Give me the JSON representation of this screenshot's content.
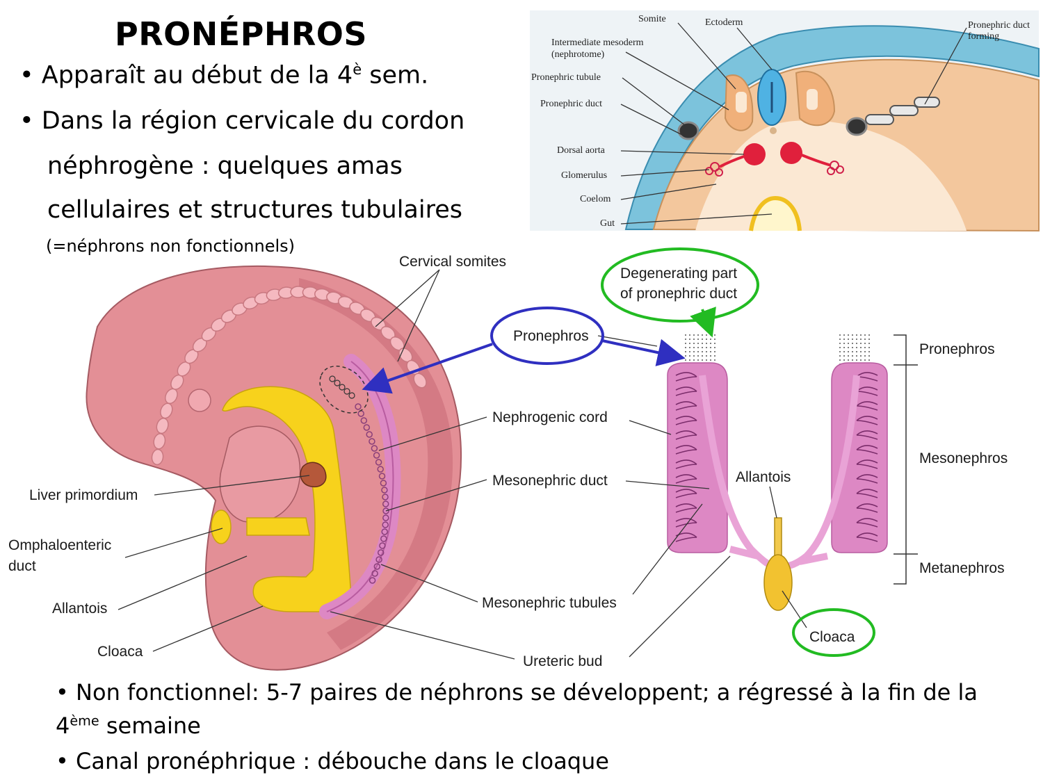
{
  "title": "PRONÉPHROS",
  "bullets": {
    "b1_text": "• Apparaît au début de la 4",
    "b1_sup": "è",
    "b1_tail": " sem.",
    "b2_line1": "• Dans la région cervicale du cordon",
    "b2_line2": "néphrogène : quelques amas",
    "b2_line3": "cellulaires et structures tubulaires",
    "b2_note": "(=néphrons non fonctionnels)"
  },
  "cross_section": {
    "labels": {
      "somite": "Somite",
      "ectoderm": "Ectoderm",
      "pronephric_duct_forming": "Pronephric duct forming",
      "intermediate_mesoderm": "Intermediate mesoderm",
      "nephrotome": "(nephrotome)",
      "pronephric_tubule": "Pronephric tubule",
      "pronephric_duct": "Pronephric duct",
      "dorsal_aorta": "Dorsal aorta",
      "glomerulus": "Glomerulus",
      "coelom": "Coelom",
      "gut": "Gut"
    }
  },
  "embryo": {
    "labels": {
      "cervical_somites": "Cervical somites",
      "pronephros": "Pronephros",
      "nephrogenic_cord": "Nephrogenic cord",
      "mesonephric_duct": "Mesonephric duct",
      "liver_primordium": "Liver primordium",
      "omphaloenteric_1": "Omphaloenteric",
      "omphaloenteric_2": "duct",
      "allantois": "Allantois",
      "cloaca": "Cloaca",
      "mesonephric_tubules": "Mesonephric tubules",
      "ureteric_bud": "Ureteric bud"
    }
  },
  "schema": {
    "labels": {
      "degenerating_1": "Degenerating part",
      "degenerating_2": "of pronephric duct",
      "allantois": "Allantois",
      "cloaca": "Cloaca",
      "pronephros": "Pronephros",
      "mesonephros": "Mesonephros",
      "metanephros": "Metanephros"
    }
  },
  "footer": {
    "f1_line1": "• Non fonctionnel: 5-7 paires de néphrons se développent; a régressé à la fin de la",
    "f1_line2_a": "4",
    "f1_line2_sup": "ème",
    "f1_line2_b": " semaine",
    "f2": "• Canal pronéphrique : débouche dans le cloaque"
  },
  "colors": {
    "embryo_body": "#e38f96",
    "yellow": "#f7d21c",
    "kidney_pink": "#dd88c4",
    "blue_highlight": "#2f2fc0",
    "green_highlight": "#22bb22",
    "blood_red": "#e0203c"
  }
}
